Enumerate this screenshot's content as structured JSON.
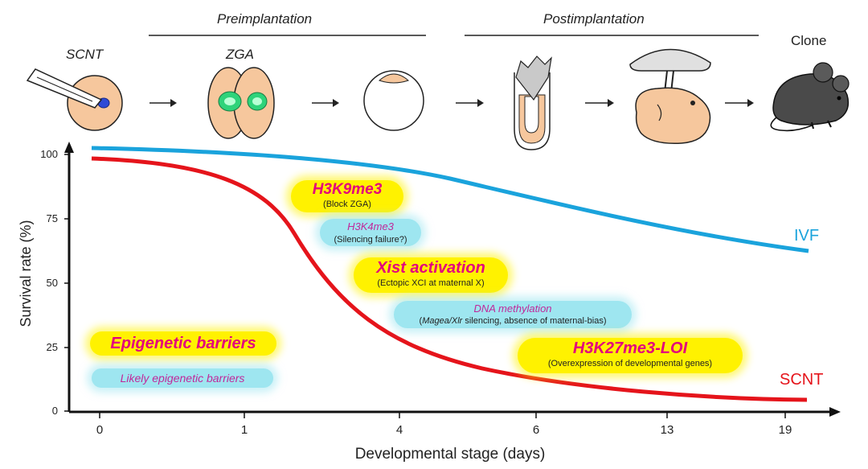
{
  "stages": {
    "preimplantation": "Preimplantation",
    "postimplantation": "Postimplantation"
  },
  "top_labels": {
    "scnt": "SCNT",
    "zga": "ZGA",
    "clone": "Clone"
  },
  "y_axis": {
    "label": "Survival rate (%)",
    "ticks": [
      "100",
      "75",
      "50",
      "25",
      "0"
    ]
  },
  "x_axis": {
    "label": "Developmental stage (days)",
    "ticks": [
      "0",
      "1",
      "4",
      "6",
      "13",
      "19"
    ]
  },
  "series": {
    "ivf": {
      "name": "IVF",
      "color": "#1aa3dc"
    },
    "scnt": {
      "name": "SCNT",
      "color": "#e5141b"
    }
  },
  "barriers": {
    "h3k9me3": {
      "main": "H3K9me3",
      "sub": "(Block ZGA)"
    },
    "h3k4me3": {
      "main": "H3K4me3",
      "sub": "(Silencing failure?)"
    },
    "xist": {
      "main": "Xist activation",
      "sub": "(Ectopic XCI at maternal X)"
    },
    "dna_methylation": {
      "main": "DNA methylation",
      "sub_italic": "Magea/Xlr",
      "sub_rest": " silencing, absence of maternal-bias)"
    },
    "h3k27me3": {
      "main": "H3K27me3-LOI",
      "sub": "(Overexpression of developmental genes)"
    }
  },
  "legend": {
    "epigenetic": "Epigenetic barriers",
    "likely": "Likely epigenetic barriers"
  },
  "colors": {
    "yellow": "#fff200",
    "cyan": "#9ee6f0",
    "magenta": "#e3007d",
    "embryo": "#f6c79d",
    "nucleus": "#2fd37a"
  }
}
